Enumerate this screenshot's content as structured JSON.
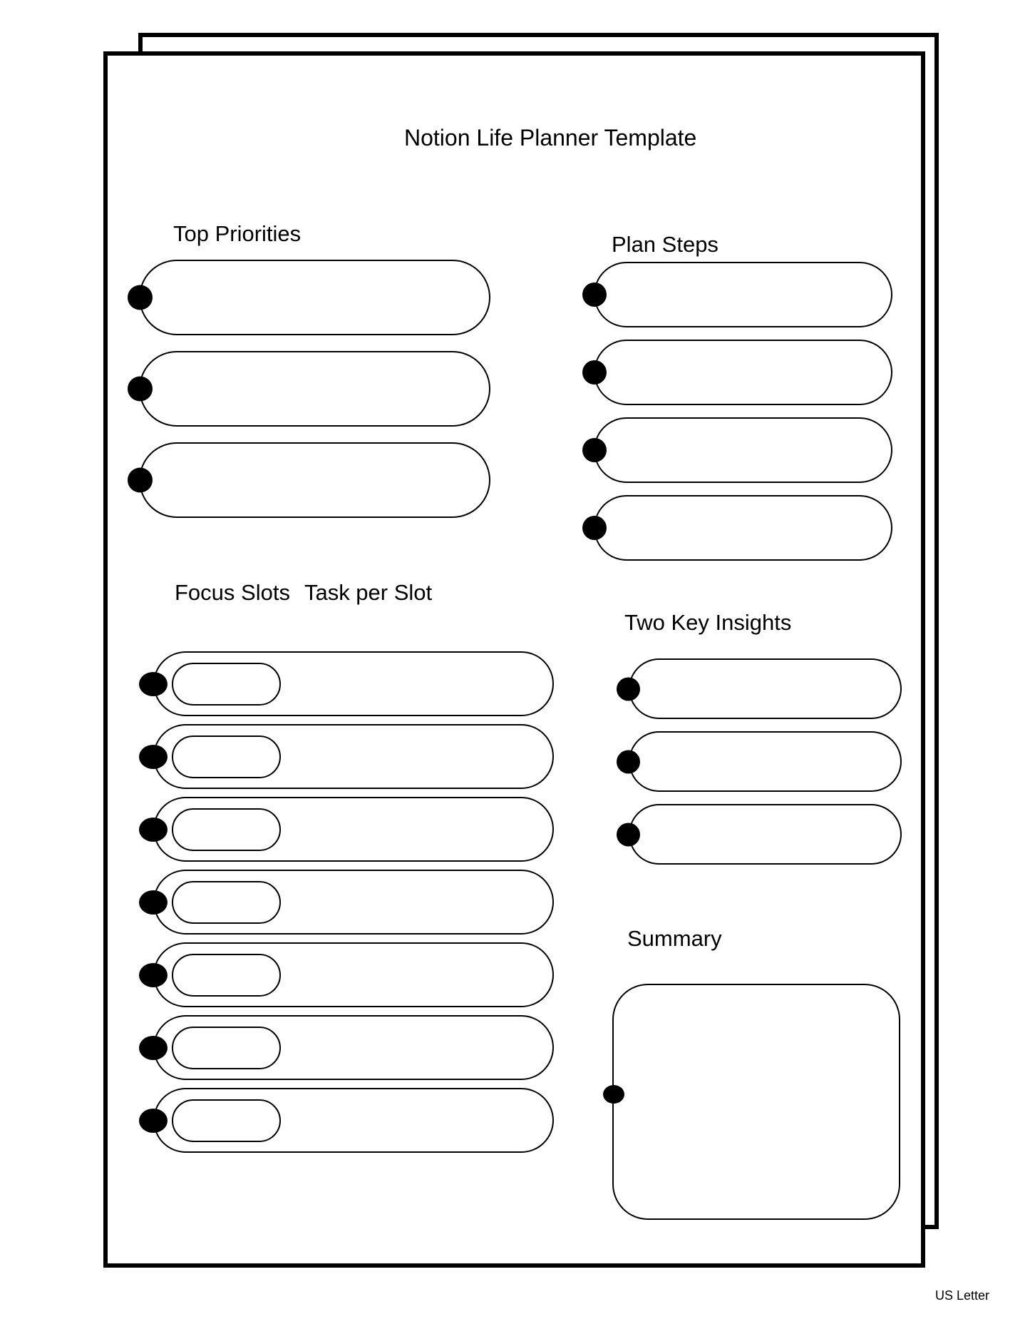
{
  "page": {
    "title": "Notion Life Planner Template",
    "paper_size_label": "US Letter"
  },
  "sections": {
    "top_priorities": {
      "label": "Top Priorities",
      "slot_count": 3
    },
    "plan_steps": {
      "label": "Plan Steps",
      "slot_count": 4
    },
    "focus": {
      "label_slots": "Focus Slots",
      "label_task": "Task per Slot",
      "row_count": 7
    },
    "insights": {
      "label": "Two Key Insights",
      "slot_count": 3
    },
    "summary": {
      "label": "Summary"
    }
  },
  "colors": {
    "ink": "#000000",
    "paper": "#ffffff"
  }
}
